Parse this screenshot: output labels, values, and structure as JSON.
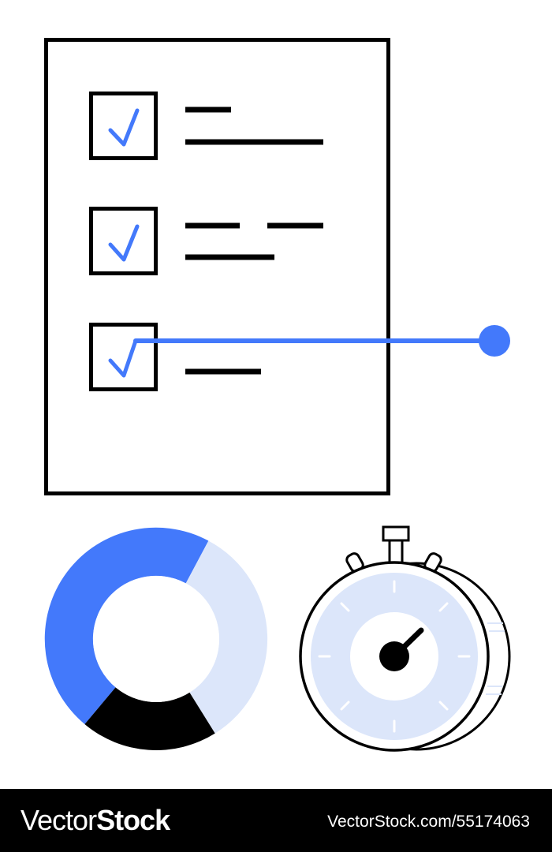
{
  "colors": {
    "accent": "#4379FB",
    "accent_light": "#DCE6FA",
    "ink": "#000000",
    "background": "#FFFFFF"
  },
  "checklist": {
    "items": [
      {
        "checked": true,
        "icon": "checkmark-icon"
      },
      {
        "checked": true,
        "icon": "checkmark-icon"
      },
      {
        "checked": true,
        "icon": "checkmark-icon"
      }
    ]
  },
  "donut": {
    "segments": [
      {
        "color": "#4379FB",
        "fraction": 0.42
      },
      {
        "color": "#DCE6FA",
        "fraction": 0.34
      },
      {
        "color": "#000000",
        "fraction": 0.24
      }
    ]
  },
  "stopwatch": {
    "icon": "stopwatch-icon"
  },
  "footer": {
    "brand_light": "Vector",
    "brand_bold": "Stock",
    "stock_id": "VectorStock.com/55174063"
  }
}
